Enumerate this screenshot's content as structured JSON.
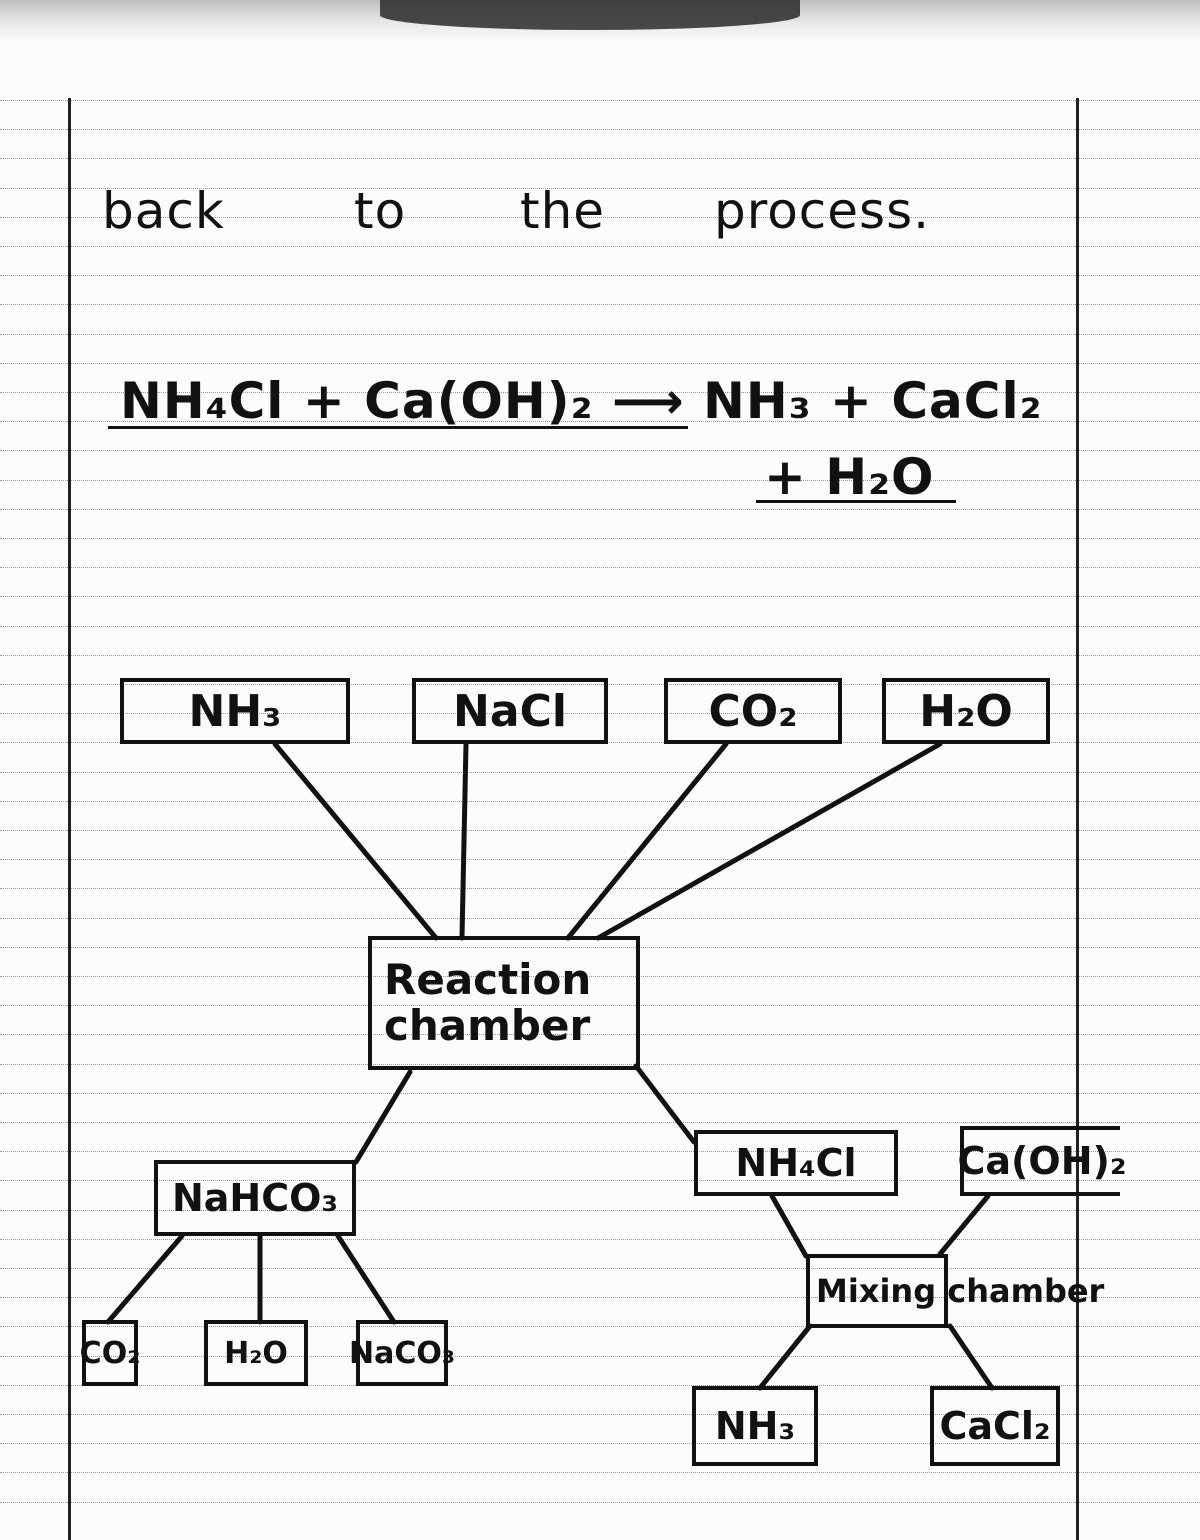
{
  "heading": {
    "words": [
      "back",
      "to",
      "the",
      "process."
    ]
  },
  "equation": {
    "line1": "NH₄Cl + Ca(OH)₂ ⟶ NH₃ + CaCl₂",
    "line2": "+ H₂O"
  },
  "diagram": {
    "inputs": [
      "NH₃",
      "NaCl",
      "CO₂",
      "H₂O"
    ],
    "reaction_chamber": {
      "line1": "Reaction",
      "line2": "chamber"
    },
    "nahco3": "NaHCO₃",
    "nahco3_products": [
      "CO₂",
      "H₂O",
      "NaCO₃"
    ],
    "nh4cl": "NH₄Cl",
    "caoh2": "Ca(OH)₂",
    "mixing_chamber": "Mixing chamber",
    "mixing_products": [
      "NH₃",
      "CaCl₂"
    ]
  }
}
